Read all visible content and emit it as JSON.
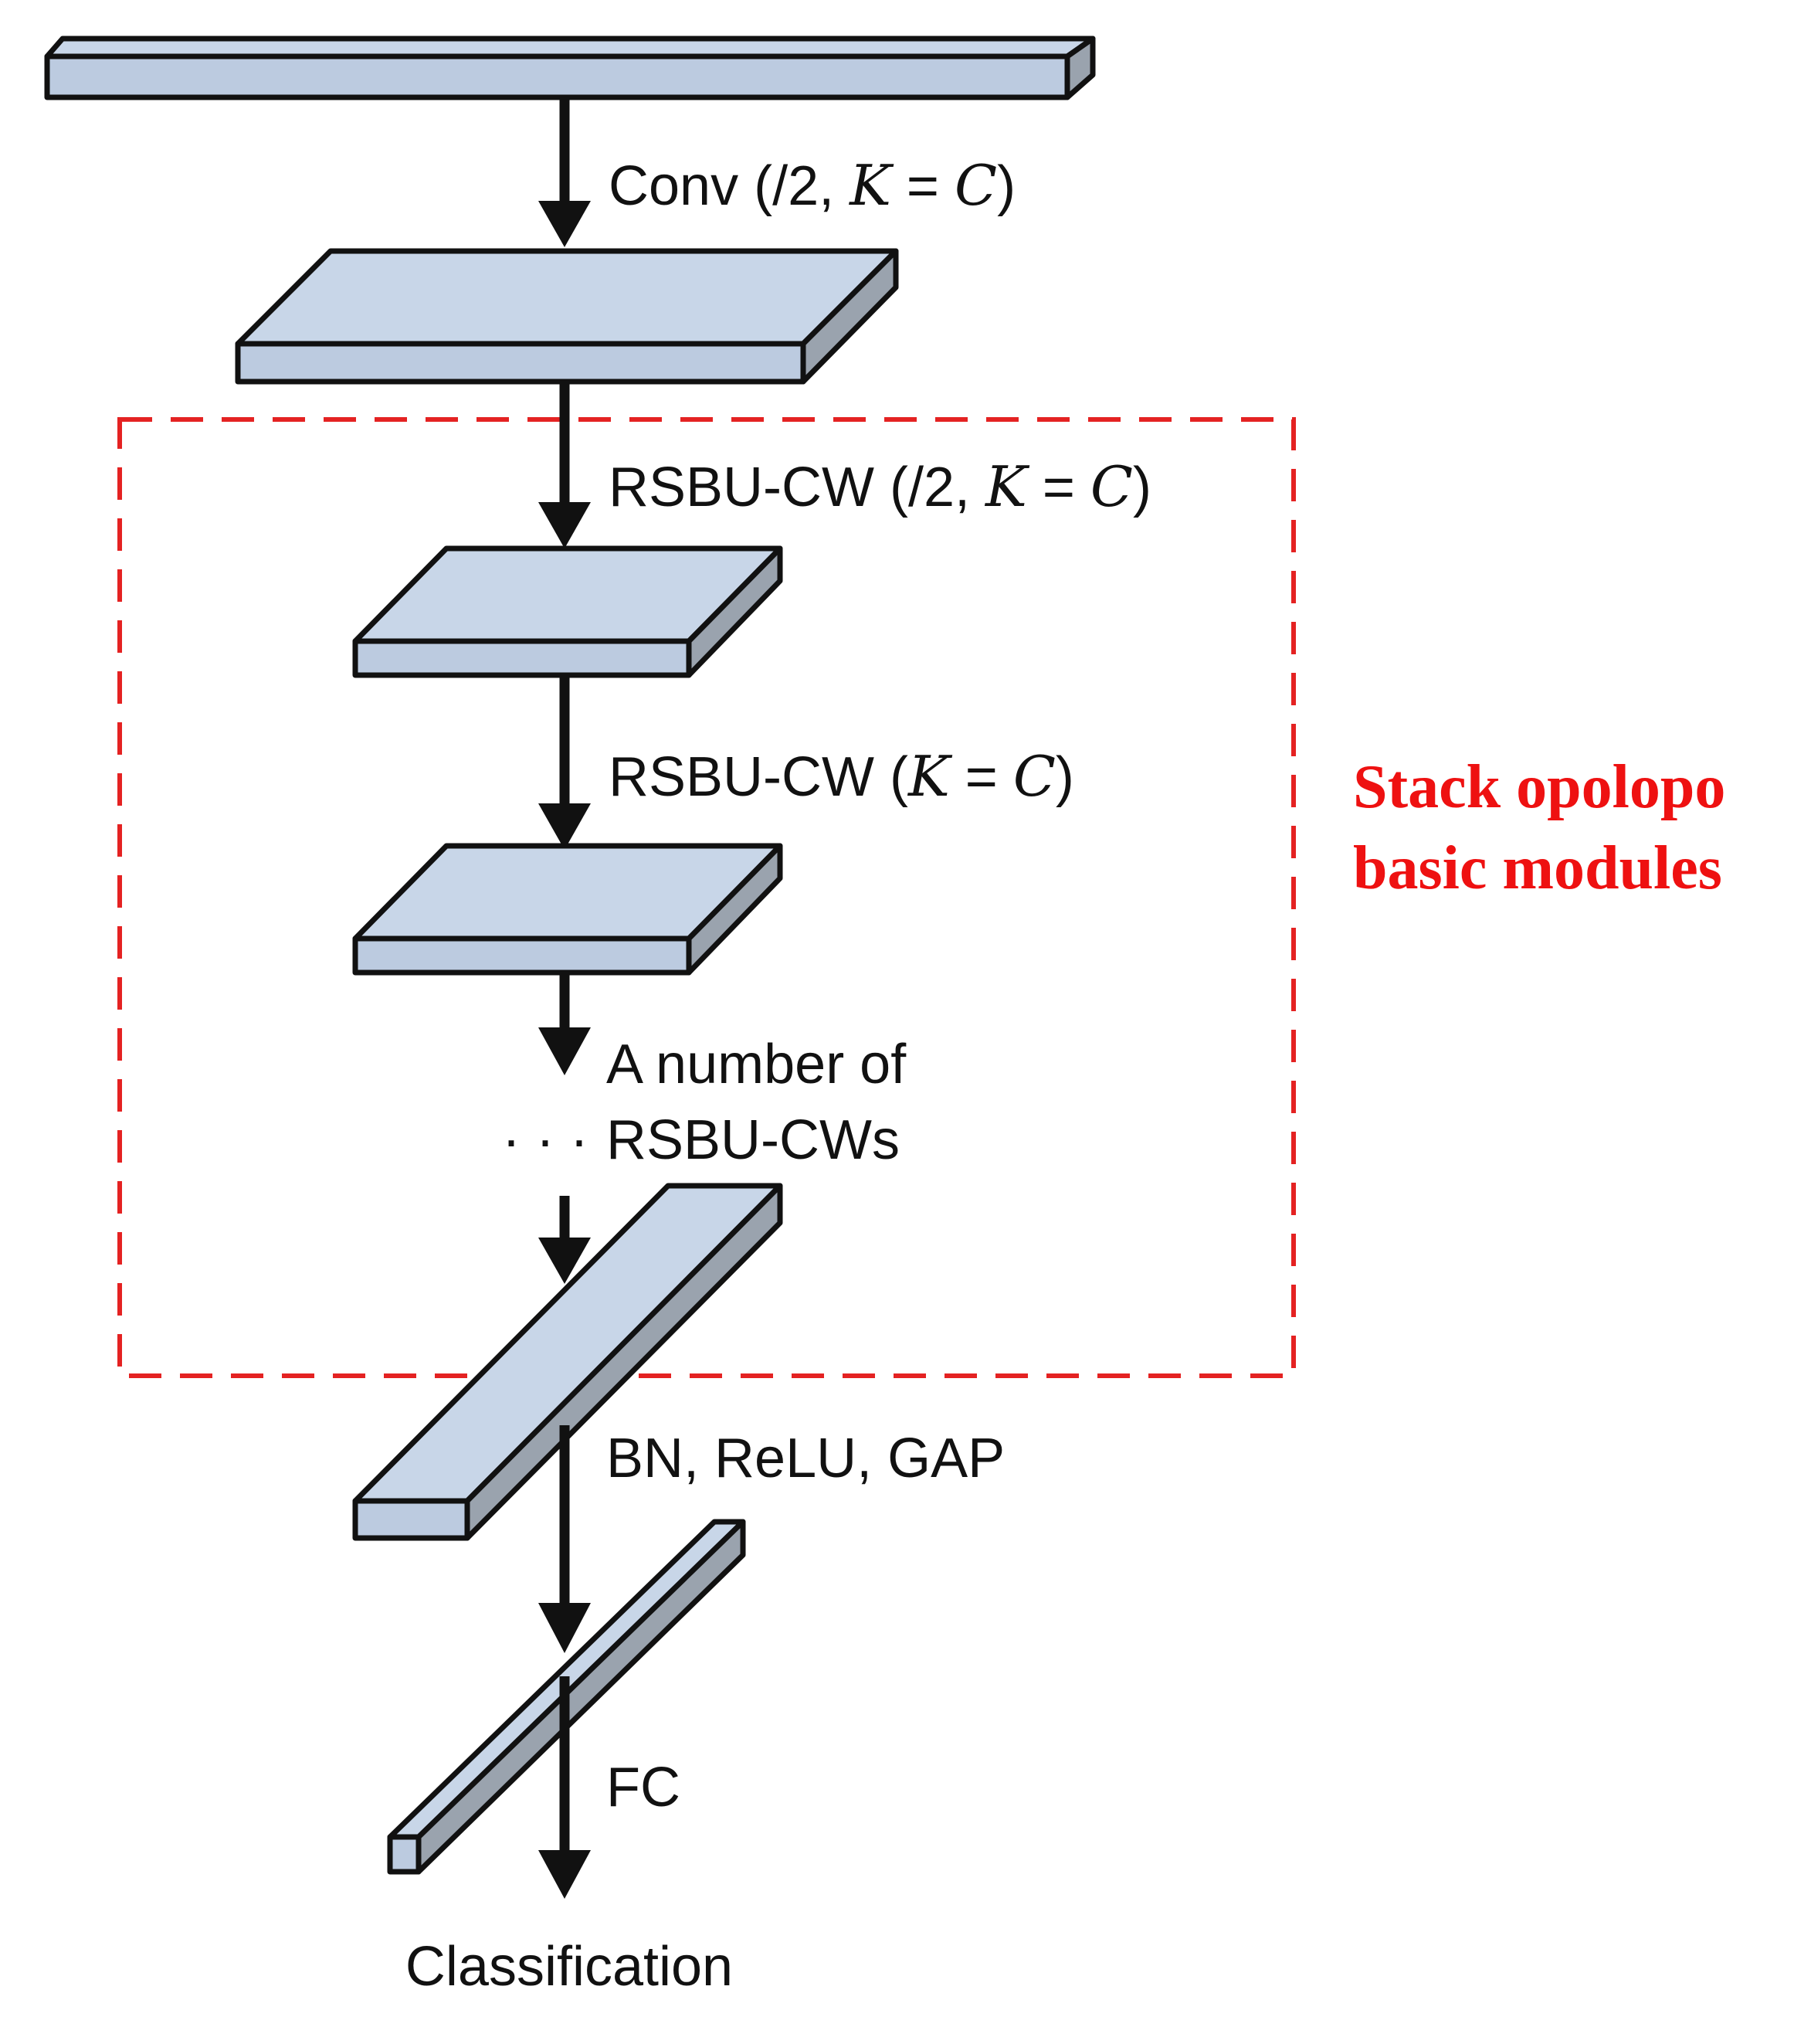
{
  "layers": [
    {
      "name": "input"
    },
    {
      "name": "conv-output"
    },
    {
      "name": "rsbu-cw-1-output"
    },
    {
      "name": "rsbu-cw-2-output"
    },
    {
      "name": "rsbu-cw-n-output"
    },
    {
      "name": "gap-output"
    }
  ],
  "steps": {
    "conv": {
      "prefix": "Conv (/2, ",
      "k": "K",
      "eq": " = ",
      "c": "C",
      "suffix": ")"
    },
    "rsbu1": {
      "prefix": "RSBU-CW (/2, ",
      "k": "K",
      "eq": " = ",
      "c": "C",
      "suffix": ")"
    },
    "rsbu2": {
      "prefix": "RSBU-CW (",
      "k": "K",
      "eq": " = ",
      "c": "C",
      "suffix": ")"
    },
    "repeat_line1": "A number of",
    "repeat_line2": "RSBU-CWs",
    "ellipsis": "· · ·",
    "bn": "BN, ReLU, GAP",
    "fc": "FC",
    "output": "Classification"
  },
  "annotation": {
    "line1": "Stack opolopo",
    "line2": "basic modules",
    "color": "#ee1111",
    "box_color": "#e42222"
  }
}
